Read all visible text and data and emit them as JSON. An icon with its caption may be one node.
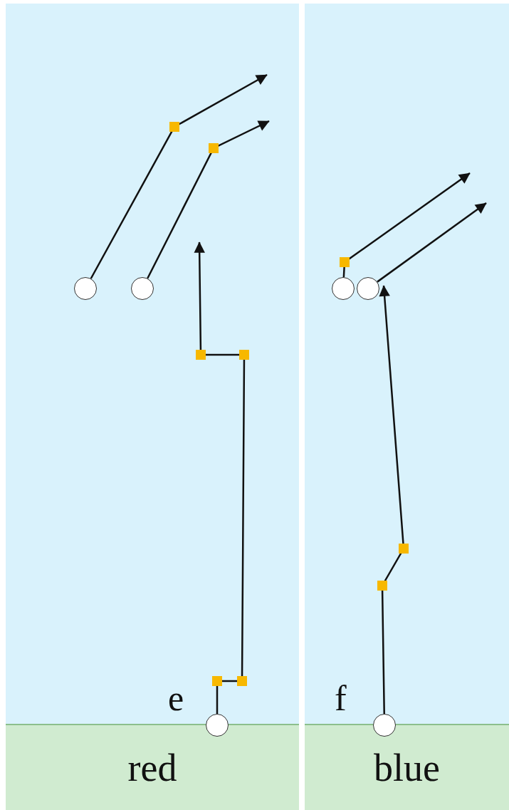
{
  "diagram": {
    "nodes": [
      {
        "text": [
          "red"
        ]
      },
      {
        "text": [
          "blue"
        ]
      },
      {
        "text": [],
        "shape": "circle"
      },
      {
        "text": [],
        "shape": "circle"
      },
      {
        "text": [],
        "shape": "circle"
      },
      {
        "text": [],
        "shape": "circle"
      },
      {
        "text": [],
        "shape": "circle"
      },
      {
        "text": [],
        "shape": "circle"
      }
    ],
    "edges": [
      {
        "from": 2,
        "to": null,
        "arrow": "to"
      },
      {
        "from": 3,
        "to": null,
        "arrow": "to"
      },
      {
        "from": 4,
        "to": null,
        "arrow": "to"
      },
      {
        "from": 5,
        "to": null,
        "arrow": "to"
      },
      {
        "from": 6,
        "to": null,
        "arrow": "to"
      },
      {
        "from": 7,
        "to": 6,
        "arrow": "to"
      }
    ],
    "labels": [
      "e",
      "f"
    ]
  }
}
